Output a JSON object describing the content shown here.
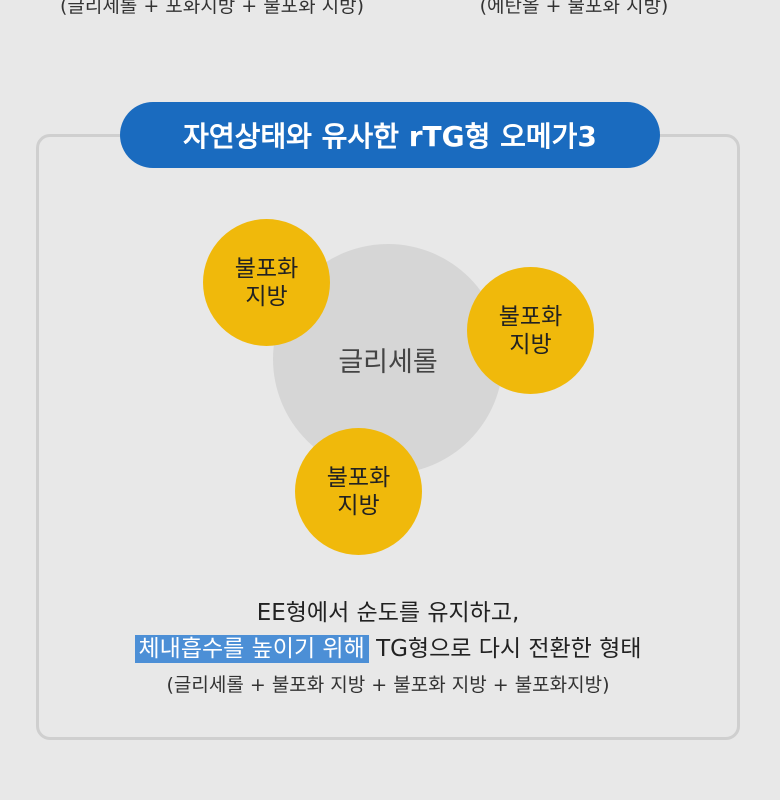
{
  "top_captions": {
    "left": "(글리세롤 + 포화지방 + 불포화 지방)",
    "right": "(에탄올 + 불포화 지방)"
  },
  "card": {
    "title": "자연상태와 유사한 rTG형 오메가3",
    "center_label": "글리세롤",
    "fat_circles": [
      {
        "line1": "불포화",
        "line2": "지방"
      },
      {
        "line1": "불포화",
        "line2": "지방"
      },
      {
        "line1": "불포화",
        "line2": "지방"
      }
    ],
    "description": {
      "line1": "EE형에서 순도를 유지하고,",
      "line2_highlight": "체내흡수를 높이기 위해",
      "line2_rest": "TG형으로 다시 전환한 형태",
      "line3": "(글리세롤 + 불포화 지방 + 불포화 지방 + 불포화지방)"
    }
  },
  "colors": {
    "background": "#e8e8e8",
    "title_pill": "#1a6bbf",
    "fat_circle": "#f0b90b",
    "glycerol_circle": "#d6d6d6",
    "highlight": "#4c8fd6"
  }
}
